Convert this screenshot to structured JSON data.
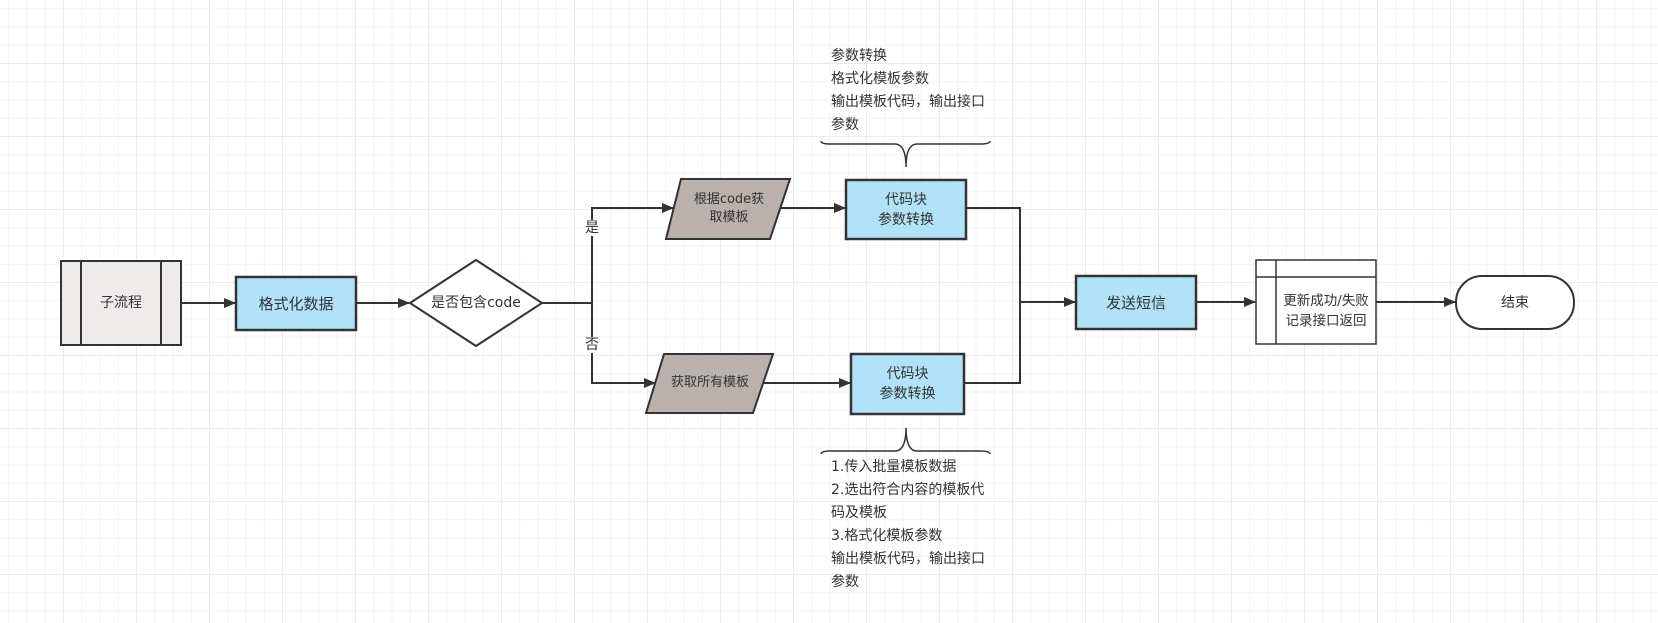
{
  "colors": {
    "process_fill": "#b1e2f8",
    "io_fill": "#bab1ac",
    "subprocess_fill": "#eeebea",
    "stroke": "#333333",
    "grid": "#ebebeb"
  },
  "nodes": {
    "subprocess": {
      "label": "子流程"
    },
    "format_data": {
      "label": "格式化数据"
    },
    "decision": {
      "label": "是否包含code"
    },
    "get_by_code": {
      "label": "根据code获\n取模板"
    },
    "get_all": {
      "label": "获取所有模板"
    },
    "code_block_top": {
      "label": "代码块\n参数转换"
    },
    "code_block_bottom": {
      "label": "代码块\n参数转换"
    },
    "send_sms": {
      "label": "发送短信"
    },
    "update_record": {
      "label": "更新成功/失败\n记录接口返回"
    },
    "end": {
      "label": "结束"
    }
  },
  "edges": {
    "yes_label": "是",
    "no_label": "否"
  },
  "annotations": {
    "top": "参数转换\n格式化模板参数\n输出模板代码，输出接口\n参数",
    "bottom": "1.传入批量模板数据\n2.选出符合内容的模板代\n码及模板\n3.格式化模板参数\n输出模板代码，输出接口\n参数"
  }
}
